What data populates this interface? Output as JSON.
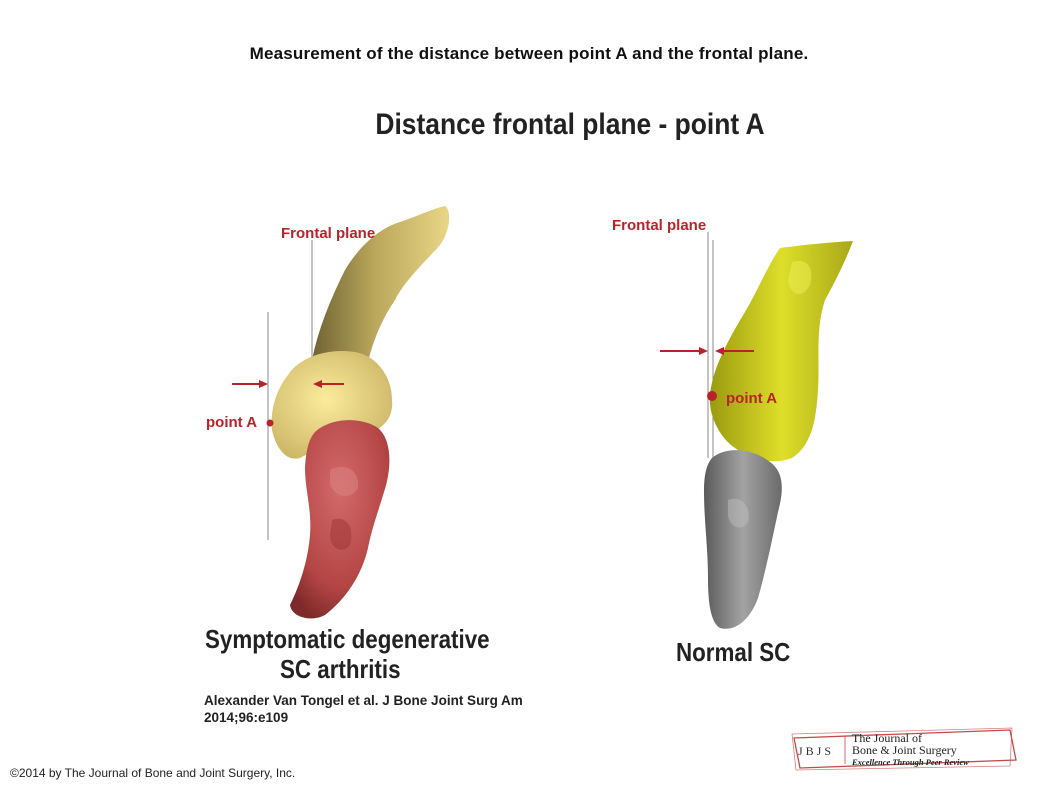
{
  "slide_title": "Measurement of the distance between point A and the frontal plane.",
  "figure_title": "Distance frontal plane - point A",
  "left_panel": {
    "frontal_plane_label": "Frontal plane",
    "point_label": "point A",
    "caption_line1": "Symptomatic degenerative",
    "caption_line2": "SC arthritis"
  },
  "right_panel": {
    "frontal_plane_label": "Frontal plane",
    "point_label": "point A",
    "caption": "Normal SC"
  },
  "citation": "Alexander Van Tongel et al. J Bone Joint Surg Am 2014;96:e109",
  "copyright": "©2014 by The Journal of Bone and Joint Surgery, Inc.",
  "logo": {
    "mark": "JBJS",
    "line1": "The Journal of",
    "line2": "Bone & Joint Surgery",
    "tagline": "Excellence Through Peer Review"
  },
  "colors": {
    "label_red": "#b8232a",
    "clavicle_degenerative": "#e6d27a",
    "sternum_degenerative": "#c85555",
    "clavicle_normal": "#cccc1e",
    "sternum_normal": "#8a8a8a"
  }
}
